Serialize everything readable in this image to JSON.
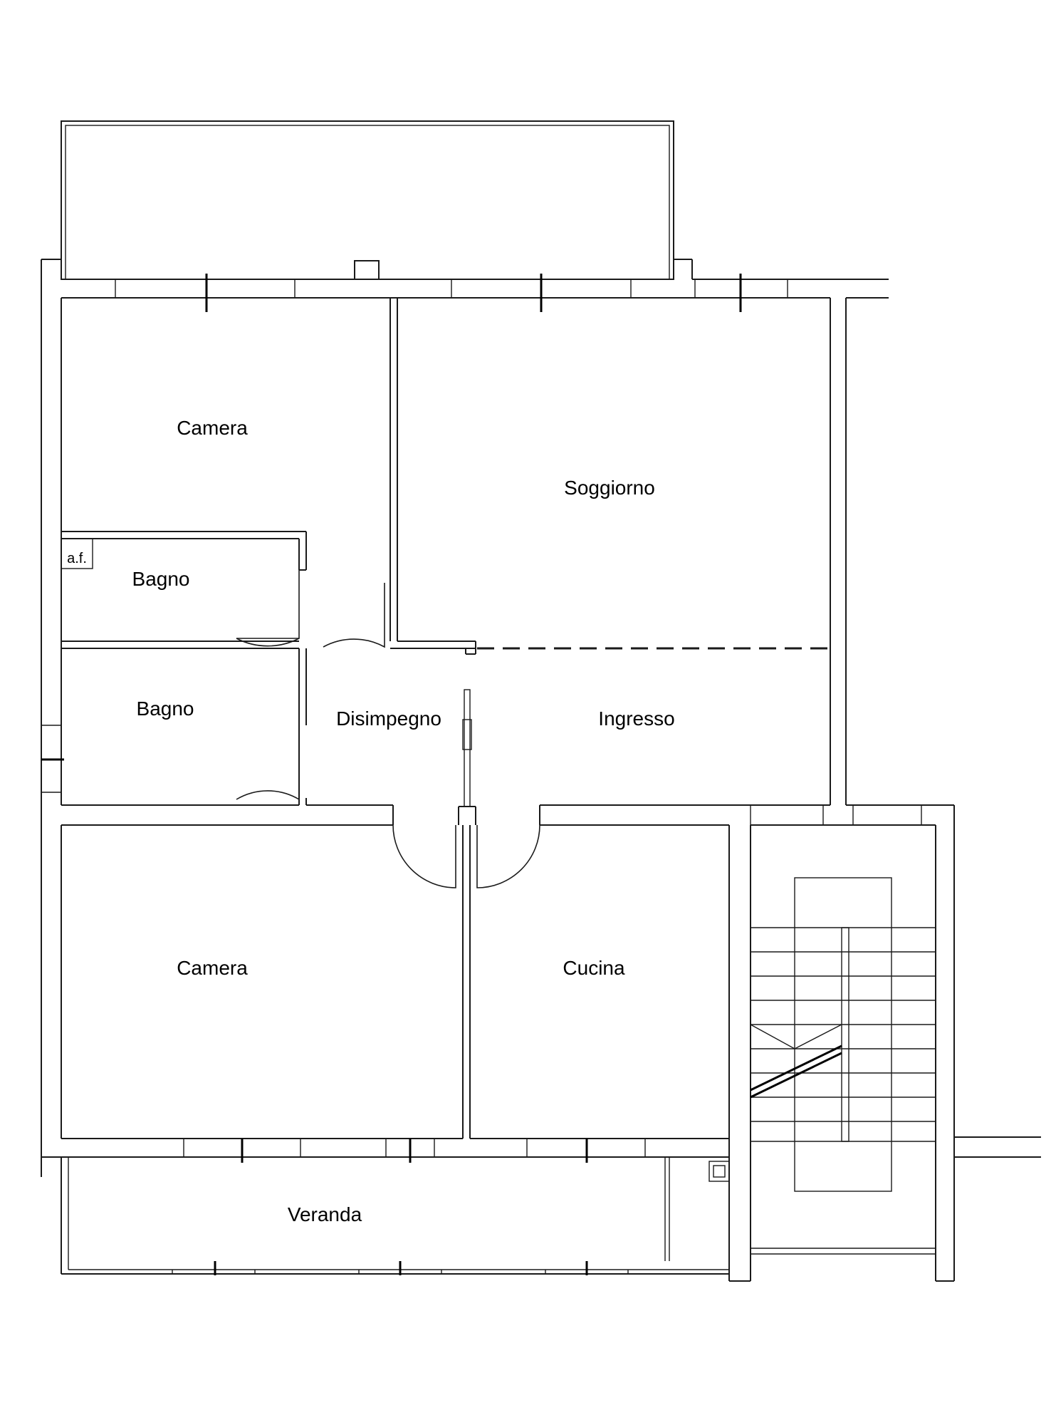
{
  "rooms": {
    "camera_top": "Camera",
    "soggiorno": "Soggiorno",
    "bagno_top": "Bagno",
    "af": "a.f.",
    "bagno_mid": "Bagno",
    "disimpegno": "Disimpegno",
    "ingresso": "Ingresso",
    "camera_bottom": "Camera",
    "cucina": "Cucina",
    "veranda": "Veranda"
  }
}
